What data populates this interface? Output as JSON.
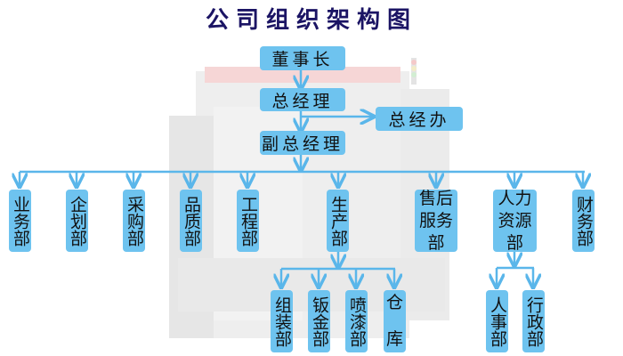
{
  "title": "公司组织架构图",
  "colors": {
    "node_fill": "#6ec3ef",
    "connector": "#5ab6ea",
    "title": "#1b1464"
  },
  "top": {
    "chairman": "董事长",
    "general_manager": "总经理",
    "gm_office": "总经办",
    "deputy_gm": "副总经理"
  },
  "departments": [
    {
      "id": "business",
      "label": "业务部"
    },
    {
      "id": "planning",
      "label": "企划部"
    },
    {
      "id": "purchasing",
      "label": "采购部"
    },
    {
      "id": "quality",
      "label": "品质部"
    },
    {
      "id": "engineering",
      "label": "工程部"
    },
    {
      "id": "production",
      "label": "生产部"
    },
    {
      "id": "after-sales",
      "label": "售后服务部",
      "lines": [
        "售后",
        "服务",
        "部"
      ]
    },
    {
      "id": "hr",
      "label": "人力资源部",
      "lines": [
        "人力",
        "资源",
        "部"
      ]
    },
    {
      "id": "finance",
      "label": "财务部"
    }
  ],
  "production_units": [
    {
      "id": "assembly",
      "label": "组装部"
    },
    {
      "id": "sheet-metal",
      "label": "钣金部"
    },
    {
      "id": "painting",
      "label": "喷漆部"
    },
    {
      "id": "warehouse",
      "label": "仓库",
      "lines": [
        "仓",
        "",
        "库"
      ]
    }
  ],
  "hr_units": [
    {
      "id": "personnel",
      "label": "人事部"
    },
    {
      "id": "administration",
      "label": "行政部"
    }
  ]
}
